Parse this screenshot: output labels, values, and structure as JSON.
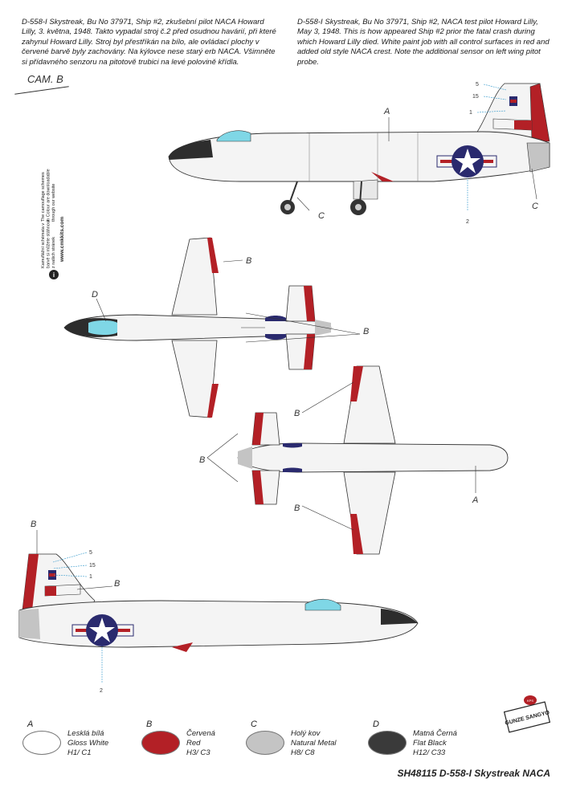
{
  "description": {
    "czech": "D-558-I Skystreak, Bu No 37971, Ship #2, zkušební pilot NACA Howard Lilly, 3. května, 1948. Takto vypadal stroj č.2 před osudnou havárií, při které zahynul Howard Lilly. Stroj byl přestříkán na bílo, ale ovládací plochy v červené barvě byly zachovány. Na kýlovce nese starý erb NACA. Všimněte si přídavného senzoru na pitotově trubici na levé polovině křídla.",
    "english": "D-558-I Skystreak, Bu No 37971, Ship #2, NACA test pilot Howard Lilly, May 3, 1948. This is how appeared Ship #2 prior the fatal crash during which Howard Lilly died. White paint job with all control surfaces in red and added old style NACA crest. Note the additional sensor on left wing pitot probe."
  },
  "camouflage_label": "CAM. B",
  "side_note": [
    "Kamuflážní schémata v",
    "barvě si můžete stáhnout",
    "z našich stránek",
    "The camouflage schemes",
    "in Colour are downloadable",
    "through our website",
    "www.cmkkits.com"
  ],
  "callouts": {
    "a": "A",
    "b": "B",
    "c": "C",
    "d": "D",
    "n1": "1",
    "n2": "2",
    "n5": "5",
    "n15": "15"
  },
  "legend": [
    {
      "letter": "A",
      "cz": "Lesklá bílá",
      "en": "Gloss White",
      "code": "H1/ C1",
      "color": "#ffffff"
    },
    {
      "letter": "B",
      "cz": "Červená",
      "en": "Red",
      "code": "H3/ C3",
      "color": "#b32026"
    },
    {
      "letter": "C",
      "cz": "Holý kov",
      "en": "Natural Metal",
      "code": "H8/ C8",
      "color": "#bfbfbf"
    },
    {
      "letter": "D",
      "cz": "Matná Černá",
      "en": "Flat Black",
      "code": "H12/ C33",
      "color": "#3a3a3a"
    }
  ],
  "logos": {
    "top": "KPS",
    "brand": "GUNZE SANGYO"
  },
  "footer_title": "SH48115 D-558-I Skystreak NACA",
  "colors": {
    "white": "#f4f4f4",
    "red": "#b32026",
    "metal": "#c4c4c4",
    "black": "#2d2d2d",
    "roundel_blue": "#2a2a6e",
    "cyan": "#7fd7e6"
  }
}
